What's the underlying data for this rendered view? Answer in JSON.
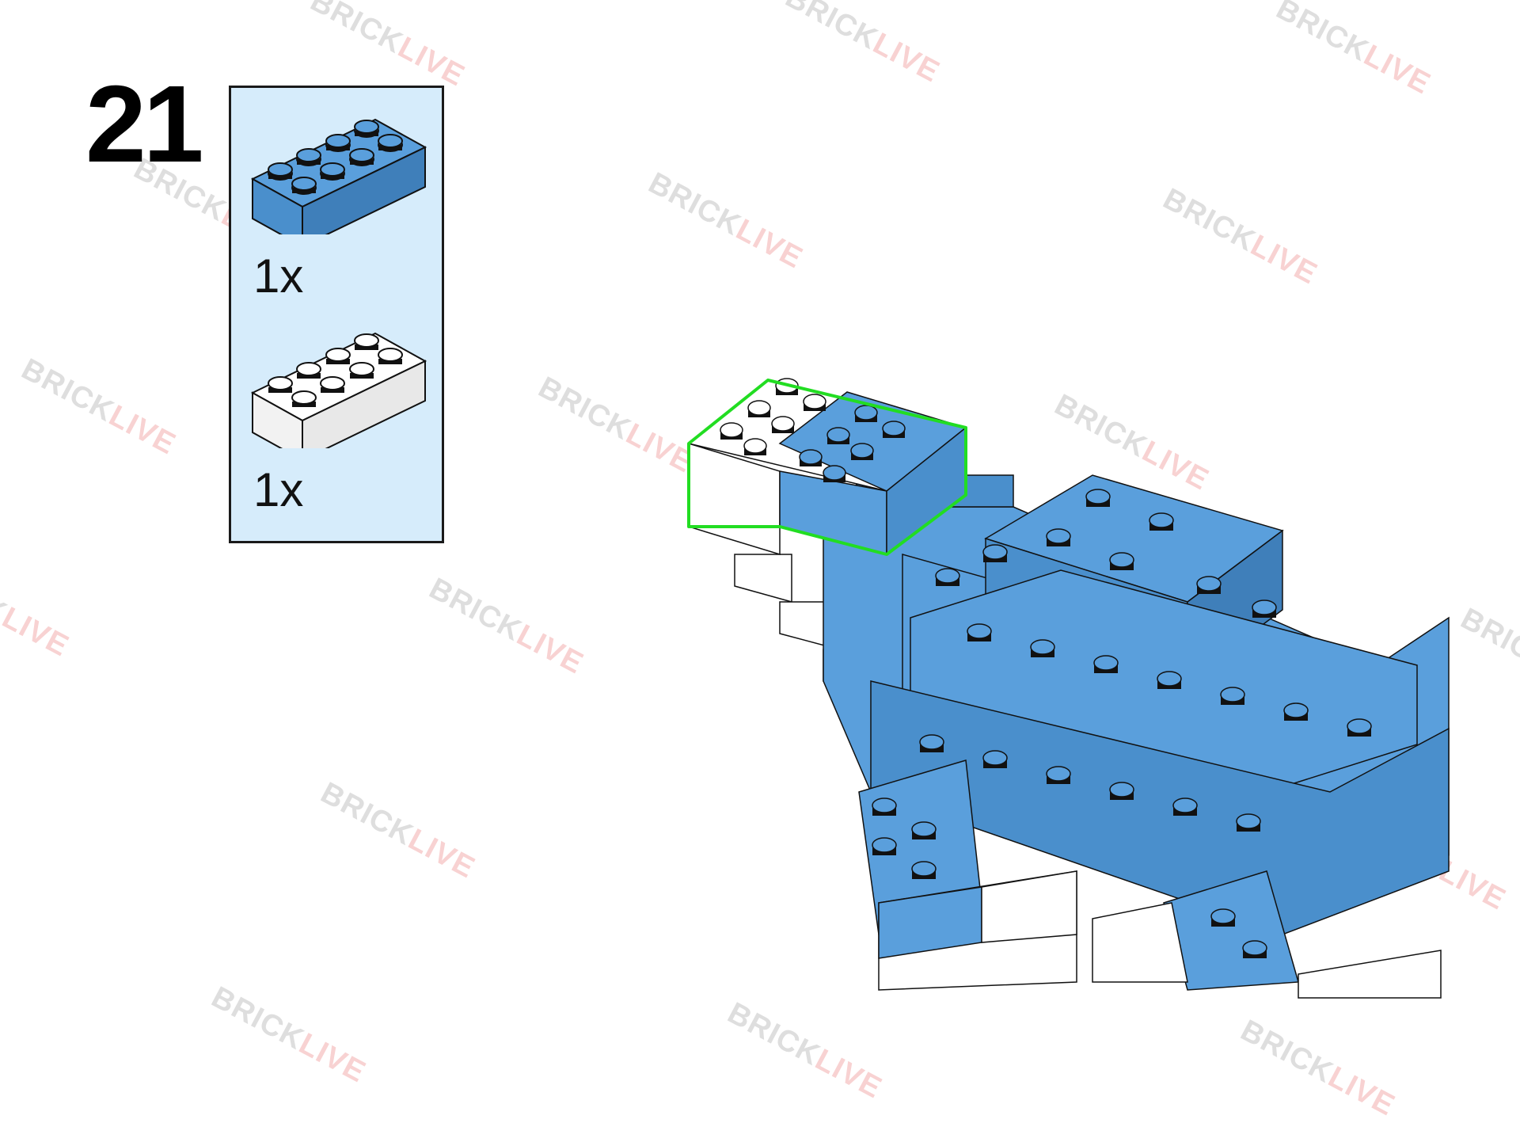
{
  "step": {
    "number": "21"
  },
  "parts": [
    {
      "color_name": "blue",
      "color": "#5a9fdc",
      "size": "2x4",
      "quantity": "1x"
    },
    {
      "color_name": "white",
      "color": "#ffffff",
      "size": "2x4",
      "quantity": "1x"
    }
  ],
  "watermark": {
    "part1": "BRICK",
    "part2": "LIVE"
  },
  "highlight_color": "#22dd22",
  "panel_color": "#d6ecfb"
}
